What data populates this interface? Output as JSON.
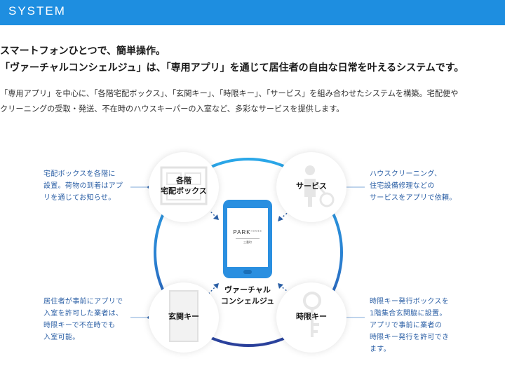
{
  "header": {
    "title": "SYSTEM",
    "bar_color": "#1e8ee0"
  },
  "headline": {
    "line1": "スマートフォンひとつで、簡単操作。",
    "line2": "「ヴァーチャルコンシェルジュ」は、「専用アプリ」を通じて居住者の自由な日常を叶えるシステムです。"
  },
  "description": {
    "line1": "「専用アプリ」を中心に、「各階宅配ボックス」、「玄関キー」、「時限キー」、「サービス」を組み合わせたシステムを構築。宅配便や",
    "line2": "クリーニングの受取・発送、不在時のハウスキーパーの入室など、多彩なサービスを提供します。"
  },
  "diagram": {
    "center": {
      "label_line1": "ヴァーチャル",
      "label_line2": "コンシェルジュ",
      "phone_brand": "PARK",
      "phone_brand_sup": "HOMES",
      "phone_sub": "三番町",
      "icon": "smartphone-icon"
    },
    "nodes": [
      {
        "id": "delivery-box",
        "label_lines": [
          "各階",
          "宅配ボックス"
        ],
        "icon": "delivery-box-icon"
      },
      {
        "id": "service",
        "label_lines": [
          "サービス"
        ],
        "icon": "housekeeper-icon"
      },
      {
        "id": "entrance-key",
        "label_lines": [
          "玄関キー"
        ],
        "icon": "door-icon"
      },
      {
        "id": "timed-key",
        "label_lines": [
          "時限キー"
        ],
        "icon": "key-icon"
      }
    ],
    "side_texts": {
      "delivery_box": [
        "宅配ボックスを各階に",
        "設置。荷物の到着はアプ",
        "リを通じてお知らせ。"
      ],
      "service": [
        "ハウスクリーニング、",
        "住宅設備修理などの",
        "サービスをアプリで依頼。"
      ],
      "entrance_key": [
        "居住者が事前にアプリで",
        "入室を許可した業者は、",
        "時限キーで不在時でも",
        "入室可能。"
      ],
      "timed_key": [
        "時限キー発行ボックスを",
        "1階集合玄関脇に設置。",
        "アプリで事前に業者の",
        "時限キー発行を許可でき",
        "ます。"
      ]
    },
    "colors": {
      "ring_light": "#2aa7e8",
      "ring_dark": "#2a3f9a",
      "text_blue": "#2b5fa5",
      "phone_blue": "#2a8fe0"
    }
  }
}
